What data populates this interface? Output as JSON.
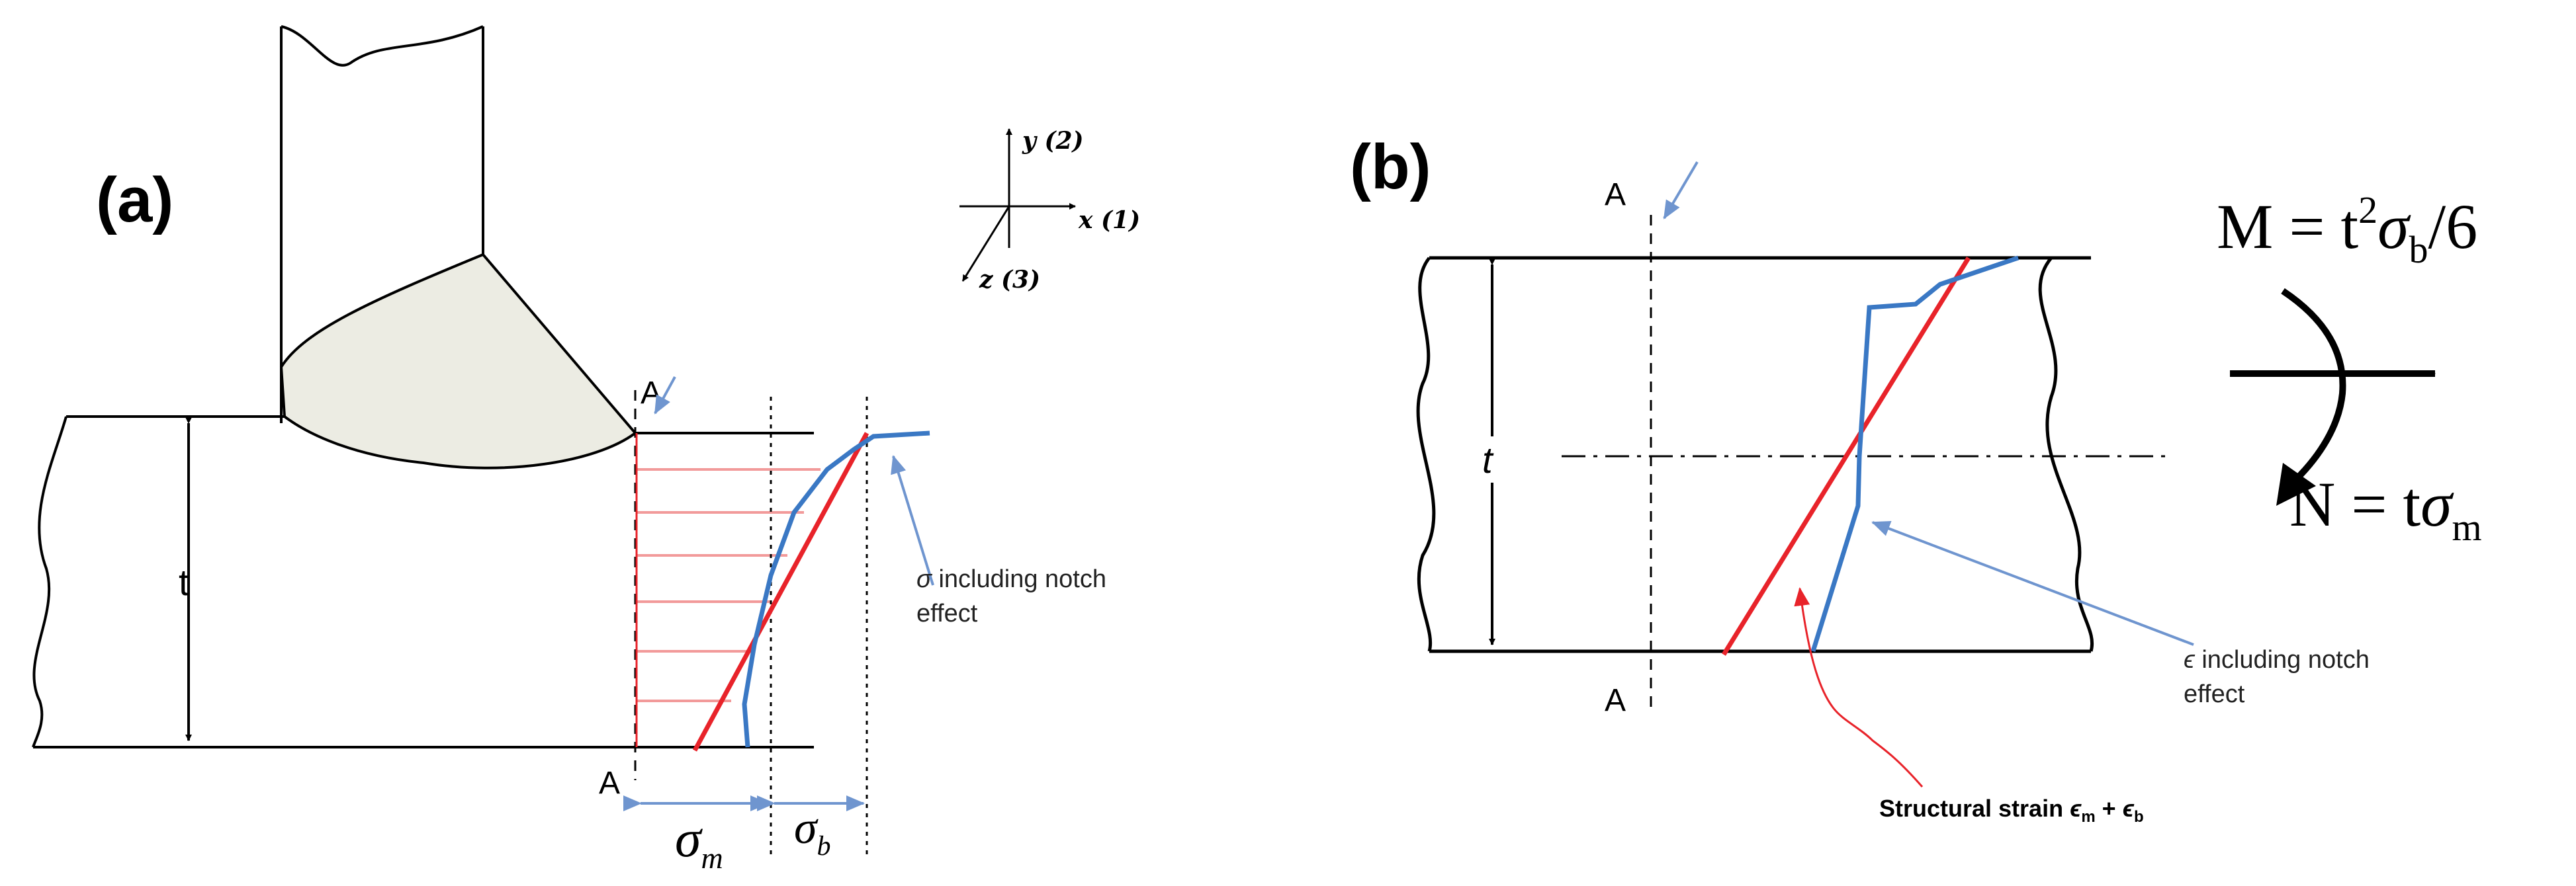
{
  "panel_a": {
    "label": "(a)",
    "thickness_label": "t",
    "section_label_top": "A",
    "section_label_bottom": "A",
    "membrane_label_sym": "σ",
    "membrane_label_sub": "m",
    "bending_label_sym": "σ",
    "bending_label_sub": "b",
    "notch_note_line1_sym": "σ",
    "notch_note_line1_rest": " including notch",
    "notch_note_line2": "effect",
    "axes": {
      "y_label": "y (2)",
      "x_label": "x (1)",
      "z_label": "z (3)"
    }
  },
  "panel_b": {
    "label": "(b)",
    "thickness_label": "t",
    "section_label_top": "A",
    "section_label_bottom": "A",
    "moment_formula": "M = t²σb/6",
    "moment_lhs": "M = t",
    "moment_sup": "2",
    "moment_sigma": "σ",
    "moment_sub": "b",
    "moment_rest": "/6",
    "force_lhs": "N = t",
    "force_sigma": "σ",
    "force_sub": "m",
    "notch_note_line1_sym": "ϵ",
    "notch_note_line1_rest": " including notch",
    "notch_note_line2": "effect",
    "strain_prefix": "Structural strain ",
    "strain_eps1": "ϵ",
    "strain_sub1": "m",
    "strain_plus": " + ",
    "strain_eps2": "ϵ",
    "strain_sub2": "b"
  },
  "colors": {
    "outline": "#000000",
    "weld_fill": "#ececE3",
    "linear_stress": "#e8232a",
    "notch_stress": "#3a78c4",
    "hatch": "#f29a9a",
    "arrow_blue": "#6f95cf"
  }
}
